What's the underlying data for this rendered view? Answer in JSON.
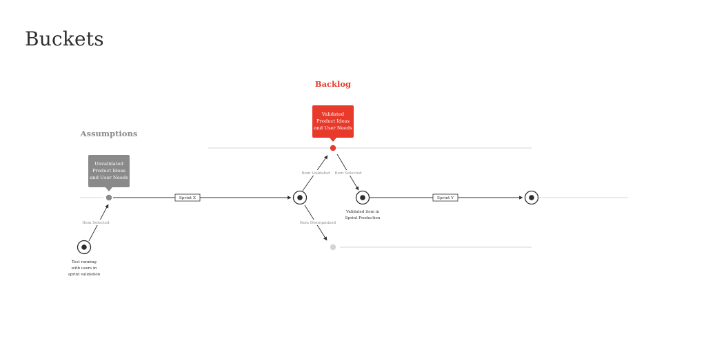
{
  "title": "Buckets",
  "backlog": {
    "heading": "Backlog",
    "callout_lines": [
      "Validated",
      "Product Ideas",
      "and User Needs"
    ]
  },
  "assumptions": {
    "heading": "Assumptions",
    "callout_lines": [
      "Unvalidated",
      "Product Ideas",
      "and User Needs"
    ]
  },
  "sprints": {
    "x": "Sprint X",
    "y": "Sprint Y"
  },
  "edge_labels": {
    "item_selected_left": "Item Selected",
    "item_validated": "Item Validated",
    "item_selected_right": "Item Selected",
    "item_disorganized": "Item Disorganized"
  },
  "notes": {
    "test_running": [
      "Test running",
      "with users in",
      "sprint validation"
    ],
    "validated_item": [
      "Validated item in",
      "Sprint Production"
    ]
  },
  "colors": {
    "accent_red": "#e83a2b",
    "assumption_gray": "#8a8a8a",
    "line_dark": "#2d2d2d",
    "line_light": "#c8c8c8",
    "node_pale": "#d4d4d4"
  }
}
